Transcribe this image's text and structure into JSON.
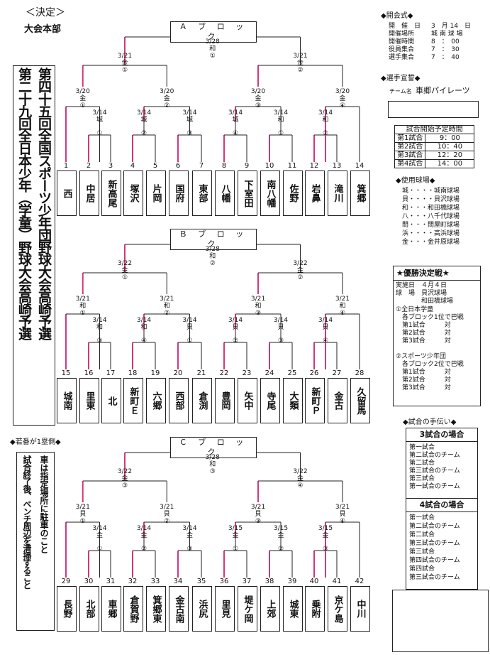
{
  "header": {
    "status": "＜決定＞",
    "org": "大会本部"
  },
  "title_left": "第四十五回全国スポーツ少年団野球大会高崎予選",
  "title_right": "第二十九回全日本少年（学童）野球大会高崎予選",
  "notes": {
    "heading": "◆若番が1塁側◆",
    "col1": "試合終了後、ベンチ周辺を清掃すること",
    "col2": "車は指定場所に駐車のこと"
  },
  "blocks": [
    {
      "name": "Ａ ブ ロ ッ ク",
      "final": {
        "date": "3/28",
        "venue": "和",
        "game": "①"
      },
      "semis": [
        {
          "date": "3/21",
          "venue": "金",
          "game": "①"
        },
        {
          "date": "3/21",
          "venue": "金",
          "game": "②"
        }
      ],
      "quarters": [
        {
          "date": "3/20",
          "venue": "金",
          "game": "①"
        },
        {
          "date": "3/20",
          "venue": "金",
          "game": "②"
        },
        {
          "date": "3/20",
          "venue": "金",
          "game": "③"
        },
        {
          "date": "3/20",
          "venue": "金",
          "game": "④"
        }
      ],
      "firsts": [
        {
          "date": "3/14",
          "venue": "城",
          "game": "①"
        },
        {
          "date": "3/14",
          "venue": "城",
          "game": "②"
        },
        {
          "date": "3/14",
          "venue": "城",
          "game": "③"
        },
        {
          "date": "3/14",
          "venue": "城",
          "game": "④"
        },
        {
          "date": "3/14",
          "venue": "和",
          "game": "①"
        },
        {
          "date": "3/14",
          "venue": "和",
          "game": "②"
        }
      ],
      "teams": [
        {
          "no": "1",
          "name": "西"
        },
        {
          "no": "2",
          "name": "中居"
        },
        {
          "no": "3",
          "name": "新高尾"
        },
        {
          "no": "4",
          "name": "塚沢"
        },
        {
          "no": "5",
          "name": "片岡"
        },
        {
          "no": "6",
          "name": "国府"
        },
        {
          "no": "7",
          "name": "東部"
        },
        {
          "no": "8",
          "name": "八幡"
        },
        {
          "no": "9",
          "name": "下室田"
        },
        {
          "no": "10",
          "name": "南八幡"
        },
        {
          "no": "11",
          "name": "佐野"
        },
        {
          "no": "12",
          "name": "岩鼻"
        },
        {
          "no": "13",
          "name": "滝川"
        },
        {
          "no": "14",
          "name": "箕郷"
        }
      ]
    },
    {
      "name": "Ｂ ブ ロ ッ ク",
      "final": {
        "date": "3/28",
        "venue": "和",
        "game": "②"
      },
      "semis": [
        {
          "date": "3/22",
          "venue": "金",
          "game": "①"
        },
        {
          "date": "3/22",
          "venue": "金",
          "game": "②"
        }
      ],
      "quarters": [
        {
          "date": "3/21",
          "venue": "和",
          "game": "①"
        },
        {
          "date": "3/21",
          "venue": "和",
          "game": "②"
        },
        {
          "date": "3/21",
          "venue": "和",
          "game": "③"
        },
        {
          "date": "3/21",
          "venue": "和",
          "game": "④"
        }
      ],
      "firsts": [
        {
          "date": "3/14",
          "venue": "和",
          "game": "③"
        },
        {
          "date": "3/14",
          "venue": "和",
          "game": "④"
        },
        {
          "date": "3/14",
          "venue": "貝",
          "game": "①"
        },
        {
          "date": "3/14",
          "venue": "貝",
          "game": "②"
        },
        {
          "date": "3/14",
          "venue": "貝",
          "game": "③"
        },
        {
          "date": "3/14",
          "venue": "貝",
          "game": "④"
        }
      ],
      "teams": [
        {
          "no": "15",
          "name": "城南"
        },
        {
          "no": "16",
          "name": "里東"
        },
        {
          "no": "17",
          "name": "北"
        },
        {
          "no": "18",
          "name": "新町Ｅ"
        },
        {
          "no": "19",
          "name": "六郷"
        },
        {
          "no": "20",
          "name": "西部"
        },
        {
          "no": "21",
          "name": "倉渕"
        },
        {
          "no": "22",
          "name": "豊岡"
        },
        {
          "no": "23",
          "name": "矢中"
        },
        {
          "no": "24",
          "name": "寺尾"
        },
        {
          "no": "25",
          "name": "大類"
        },
        {
          "no": "26",
          "name": "新町Ｐ"
        },
        {
          "no": "27",
          "name": "金古"
        },
        {
          "no": "28",
          "name": "久留馬"
        }
      ]
    },
    {
      "name": "Ｃ ブ ロ ッ ク",
      "final": {
        "date": "3/28",
        "venue": "和",
        "game": "③"
      },
      "semis": [
        {
          "date": "3/22",
          "venue": "金",
          "game": "③"
        },
        {
          "date": "3/22",
          "venue": "金",
          "game": "④"
        }
      ],
      "quarters": [
        {
          "date": "3/21",
          "venue": "貝",
          "game": "①"
        },
        {
          "date": "3/21",
          "venue": "貝",
          "game": "②"
        },
        {
          "date": "3/21",
          "venue": "貝",
          "game": "③"
        },
        {
          "date": "3/21",
          "venue": "貝",
          "game": "④"
        }
      ],
      "firsts": [
        {
          "date": "3/14",
          "venue": "金",
          "game": "①"
        },
        {
          "date": "3/14",
          "venue": "金",
          "game": "②"
        },
        {
          "date": "3/14",
          "venue": "金",
          "game": "③"
        },
        {
          "date": "3/15",
          "venue": "金",
          "game": "①"
        },
        {
          "date": "3/15",
          "venue": "金",
          "game": "②"
        },
        {
          "date": "3/15",
          "venue": "金",
          "game": "③"
        }
      ],
      "teams": [
        {
          "no": "29",
          "name": "長野"
        },
        {
          "no": "30",
          "name": "北部"
        },
        {
          "no": "31",
          "name": "車郷"
        },
        {
          "no": "32",
          "name": "倉賀野"
        },
        {
          "no": "33",
          "name": "箕郷東"
        },
        {
          "no": "34",
          "name": "金古南"
        },
        {
          "no": "35",
          "name": "浜尻"
        },
        {
          "no": "36",
          "name": "里見"
        },
        {
          "no": "37",
          "name": "堤ケ岡"
        },
        {
          "no": "38",
          "name": "上郊"
        },
        {
          "no": "39",
          "name": "城東"
        },
        {
          "no": "40",
          "name": "乗附"
        },
        {
          "no": "41",
          "name": "京ケ島"
        },
        {
          "no": "42",
          "name": "中川"
        }
      ]
    }
  ],
  "opening": {
    "heading": "◆開会式◆",
    "rows": [
      {
        "label": "開　催　日",
        "value": "3　月 14　日"
      },
      {
        "label": "開催場所",
        "value": "城 南 球 場"
      },
      {
        "label": "開催時間",
        "value": "8　：　00"
      },
      {
        "label": "役員集合",
        "value": "7　：　30"
      },
      {
        "label": "選手集合",
        "value": "7　：　40"
      }
    ]
  },
  "oath": {
    "heading": "◆選手宣誓◆",
    "team_label": "チーム名",
    "team": "車郷パイレーツ"
  },
  "schedule": {
    "heading": "試合開始予定時間",
    "rows": [
      {
        "game": "第1試合",
        "time": "9：00"
      },
      {
        "game": "第2試合",
        "time": "10：40"
      },
      {
        "game": "第3試合",
        "time": "12：20"
      },
      {
        "game": "第4試合",
        "time": "14：00"
      }
    ]
  },
  "venues": {
    "heading": "◆使用球場◆",
    "rows": [
      "城・・・・城南球場",
      "貝・・・・貝沢球場",
      "和・・・和田橋球場",
      "八・・・八千代球場",
      "問・・・問屋町球場",
      "浜・・・・高浜球場",
      "金・・・金井原球場"
    ]
  },
  "championship": {
    "heading": "★優勝決定戦★",
    "lines": [
      "実施日　４月４日",
      "球　場　貝沢球場",
      "　　　　和田橋球場",
      "①全日本学童",
      "　各ブロック1位で巴戦",
      "　第1試合　　　対",
      "　第2試合　　　対",
      "　第3試合　　　対",
      "",
      "②スポーツ少年団",
      "　各ブロック2位で巴戦",
      "　第1試合　　　対",
      "　第2試合　　　対",
      "　第3試合　　　対"
    ]
  },
  "helpers": {
    "heading": "◆試合の手伝い◆",
    "case3_title": "3試合の場合",
    "case3": [
      "第一試合",
      "第二試合のチーム",
      "第二試合",
      "第三試合のチーム",
      "第三試合",
      "第一試合のチーム"
    ],
    "case4_title": "4試合の場合",
    "case4": [
      "第一試合",
      "第二試合のチーム",
      "第二試合",
      "第三試合のチーム",
      "第三試合",
      "第四試合のチーム",
      "第四試合",
      "第三試合のチーム"
    ]
  },
  "colors": {
    "line": "#222222",
    "highlight": "#d2387a"
  }
}
